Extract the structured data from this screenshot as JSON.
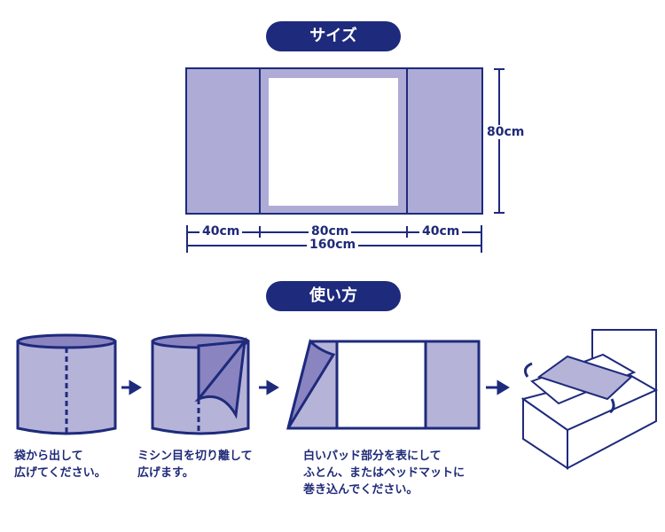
{
  "size_section": {
    "title": "サイズ",
    "width_left": "40cm",
    "width_center": "80cm",
    "width_right": "40cm",
    "width_total": "160cm",
    "height": "80cm"
  },
  "usage_section": {
    "title": "使い方",
    "steps": [
      {
        "text_line1": "袋から出して",
        "text_line2": "広げてください。"
      },
      {
        "text_line1": "ミシン目を切り離して",
        "text_line2": "広げます。"
      },
      {
        "text_line1": "白いパッド部分を表にして",
        "text_line2": "ふとん、またはベッドマットに",
        "text_line3": "巻き込んでください。"
      }
    ]
  },
  "colors": {
    "navy": "#1e2a7c",
    "light": "#b3b0d8",
    "mid": "#8a84c0"
  }
}
